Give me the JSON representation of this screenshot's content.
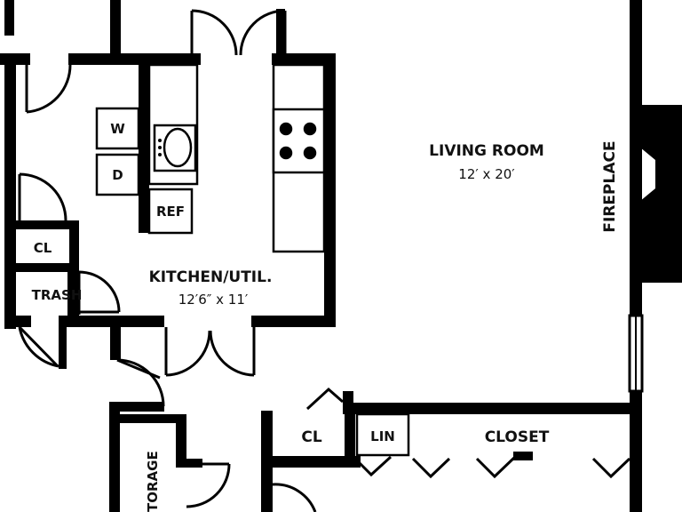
{
  "rooms": {
    "living": {
      "name": "LIVING ROOM",
      "size": "12′ x 20′"
    },
    "kitchen": {
      "name": "KITCHEN/UTIL.",
      "size": "12′6″ x 11′"
    }
  },
  "labels": {
    "fireplace": "FIREPLACE",
    "washer": "W",
    "dryer": "D",
    "refrigerator": "REF",
    "closet_small": "CL",
    "trash": "TRASH",
    "closet_hall": "CL",
    "linen": "LIN",
    "closet_large": "CLOSET",
    "storage": "TORAGE"
  },
  "colors": {
    "wall": "#000000",
    "background": "#ffffff"
  }
}
